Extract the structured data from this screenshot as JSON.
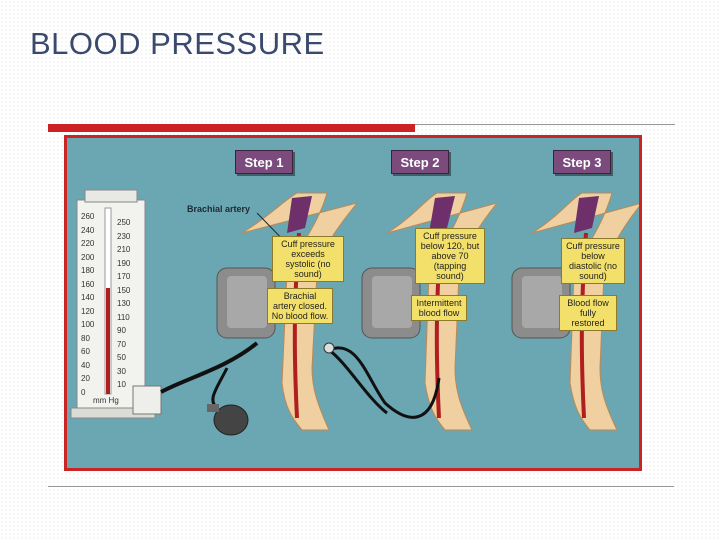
{
  "title": "BLOOD PRESSURE",
  "diagram": {
    "steps": [
      {
        "label": "Step 1",
        "cuff_note": "Cuff pressure exceeds systolic (no sound)",
        "flow_note": "Brachial artery closed. No blood flow."
      },
      {
        "label": "Step 2",
        "cuff_note": "Cuff pressure below 120, but above 70 (tapping sound)",
        "flow_note": "Intermittent blood flow"
      },
      {
        "label": "Step 3",
        "cuff_note": "Cuff pressure below diastolic (no sound)",
        "flow_note": "Blood flow fully restored"
      }
    ],
    "artery_label": "Brachial artery",
    "gauge": {
      "left_scale": [
        "260",
        "240",
        "220",
        "200",
        "180",
        "160",
        "140",
        "120",
        "100",
        "80",
        "60",
        "40",
        "20",
        "0"
      ],
      "right_scale": [
        "250",
        "230",
        "210",
        "190",
        "170",
        "150",
        "130",
        "110",
        "90",
        "70",
        "50",
        "30",
        "10"
      ],
      "unit": "mm Hg"
    },
    "colors": {
      "background": "#6aa7b3",
      "callout": "#f3e06a",
      "badge": "#7b4b7e",
      "frame": "#c92525",
      "artery": "#b01e1e"
    }
  }
}
